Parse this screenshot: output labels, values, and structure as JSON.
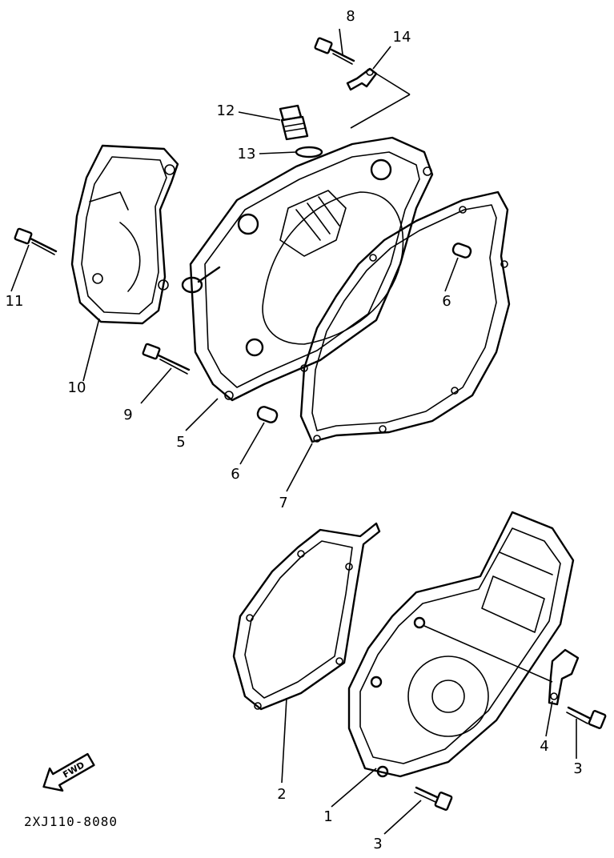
{
  "callouts": {
    "c1": "1",
    "c2": "2",
    "c3a": "3",
    "c3b": "3",
    "c4": "4",
    "c5": "5",
    "c6a": "6",
    "c6b": "6",
    "c7": "7",
    "c8": "8",
    "c9": "9",
    "c10": "10",
    "c11": "11",
    "c12": "12",
    "c13": "13",
    "c14": "14"
  },
  "direction_label": "FWD",
  "drawing_code": "2XJ110-8080"
}
